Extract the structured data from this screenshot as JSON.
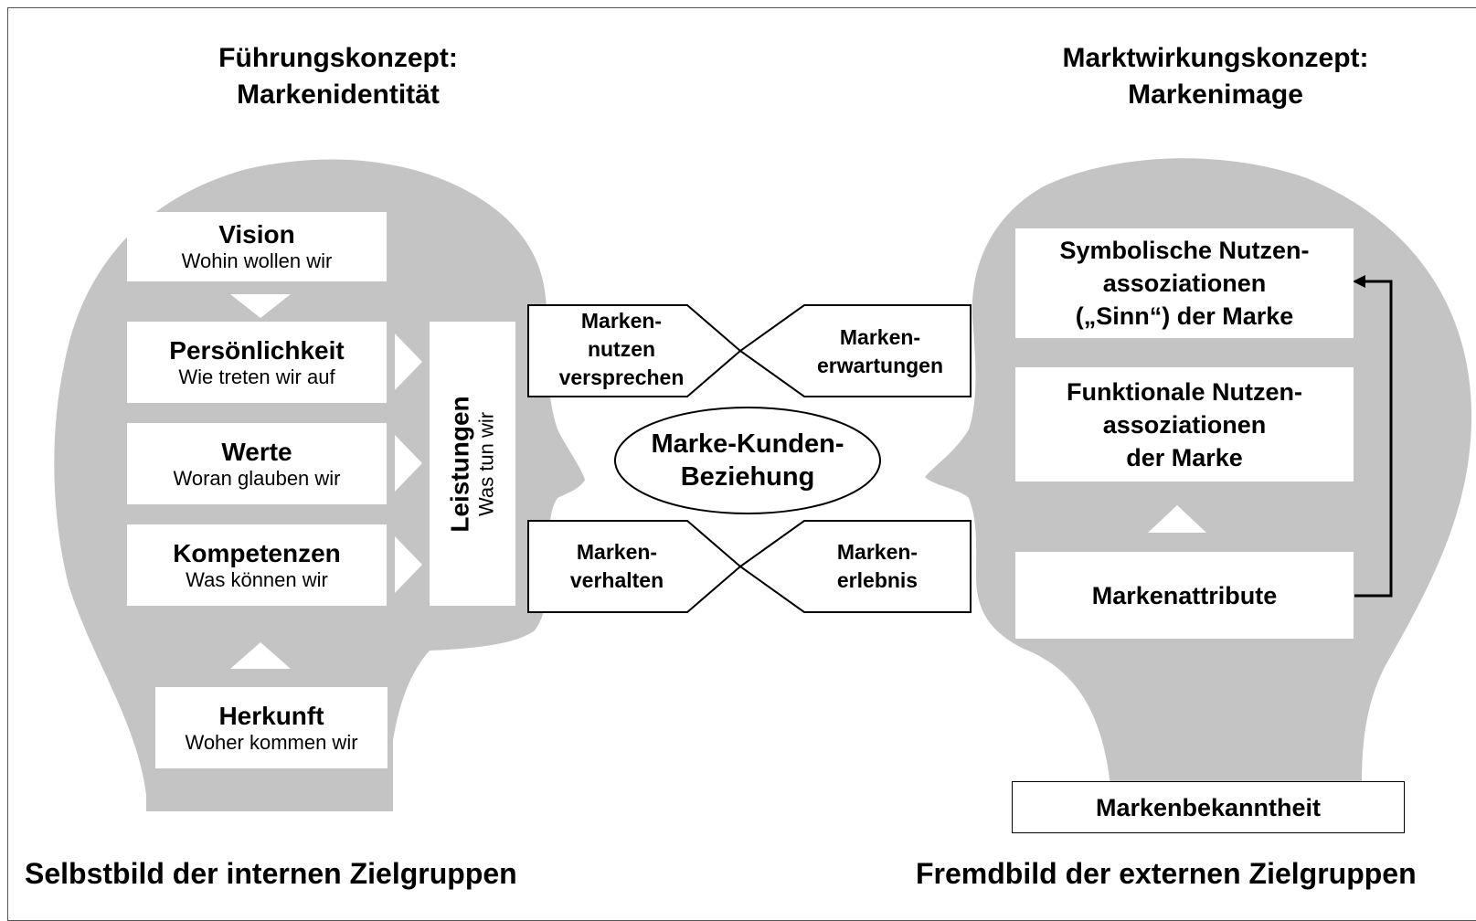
{
  "left_title_line1": "Führungskonzept:",
  "left_title_line2": "Markenidentität",
  "right_title_line1": "Marktwirkungskonzept:",
  "right_title_line2": "Markenimage",
  "left_boxes": {
    "vision": {
      "title": "Vision",
      "sub": "Wohin wollen wir"
    },
    "personality": {
      "title": "Persönlichkeit",
      "sub": "Wie treten wir auf"
    },
    "values": {
      "title": "Werte",
      "sub": "Woran glauben wir"
    },
    "competencies": {
      "title": "Kompetenzen",
      "sub": "Was können wir"
    },
    "origin": {
      "title": "Herkunft",
      "sub": "Woher kommen wir"
    },
    "services": {
      "title": "Leistungen",
      "sub": "Was tun wir"
    }
  },
  "connectors": {
    "benefit_promise": [
      "Marken-",
      "nutzen",
      "versprechen"
    ],
    "expectations": [
      "Marken-",
      "erwartungen"
    ],
    "behavior": [
      "Marken-",
      "verhalten"
    ],
    "experience": [
      "Marken-",
      "erlebnis"
    ]
  },
  "center_ellipse": [
    "Marke-Kunden-",
    "Beziehung"
  ],
  "right_boxes": {
    "symbolic": [
      "Symbolische Nutzen-",
      "assoziationen",
      "(„Sinn“) der Marke"
    ],
    "functional": [
      "Funktionale Nutzen-",
      "assoziationen",
      "der Marke"
    ],
    "attributes": "Markenattribute",
    "awareness": "Markenbekanntheit"
  },
  "footer_left": "Selbstbild der internen Zielgruppen",
  "footer_right": "Fremdbild der externen Zielgruppen",
  "colors": {
    "head_fill": "#c4c4c4",
    "line": "#000000",
    "box": "#ffffff"
  }
}
